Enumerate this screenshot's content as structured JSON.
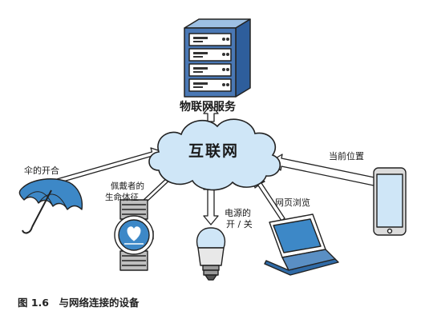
{
  "diagram": {
    "server_label": "物联网服务",
    "cloud_label": "互联网",
    "umbrella_label": "伞的开合",
    "watch_label_line1": "佩戴者的",
    "watch_label_line2": "生命体征",
    "bulb_label_line1": "电源的",
    "bulb_label_line2": "开 / 关",
    "laptop_label": "网页浏览",
    "phone_label": "当前位置"
  },
  "caption": "图 1.6　与网络连接的设备",
  "colors": {
    "cloud_fill": "#cfe6f7",
    "device_blue": "#3d88c7",
    "server_body": "#4a78b5",
    "outline": "#222222"
  },
  "icons": [
    "server-icon",
    "cloud-icon",
    "umbrella-icon",
    "smartwatch-icon",
    "light-bulb-icon",
    "laptop-icon",
    "smartphone-icon",
    "heart-icon"
  ]
}
